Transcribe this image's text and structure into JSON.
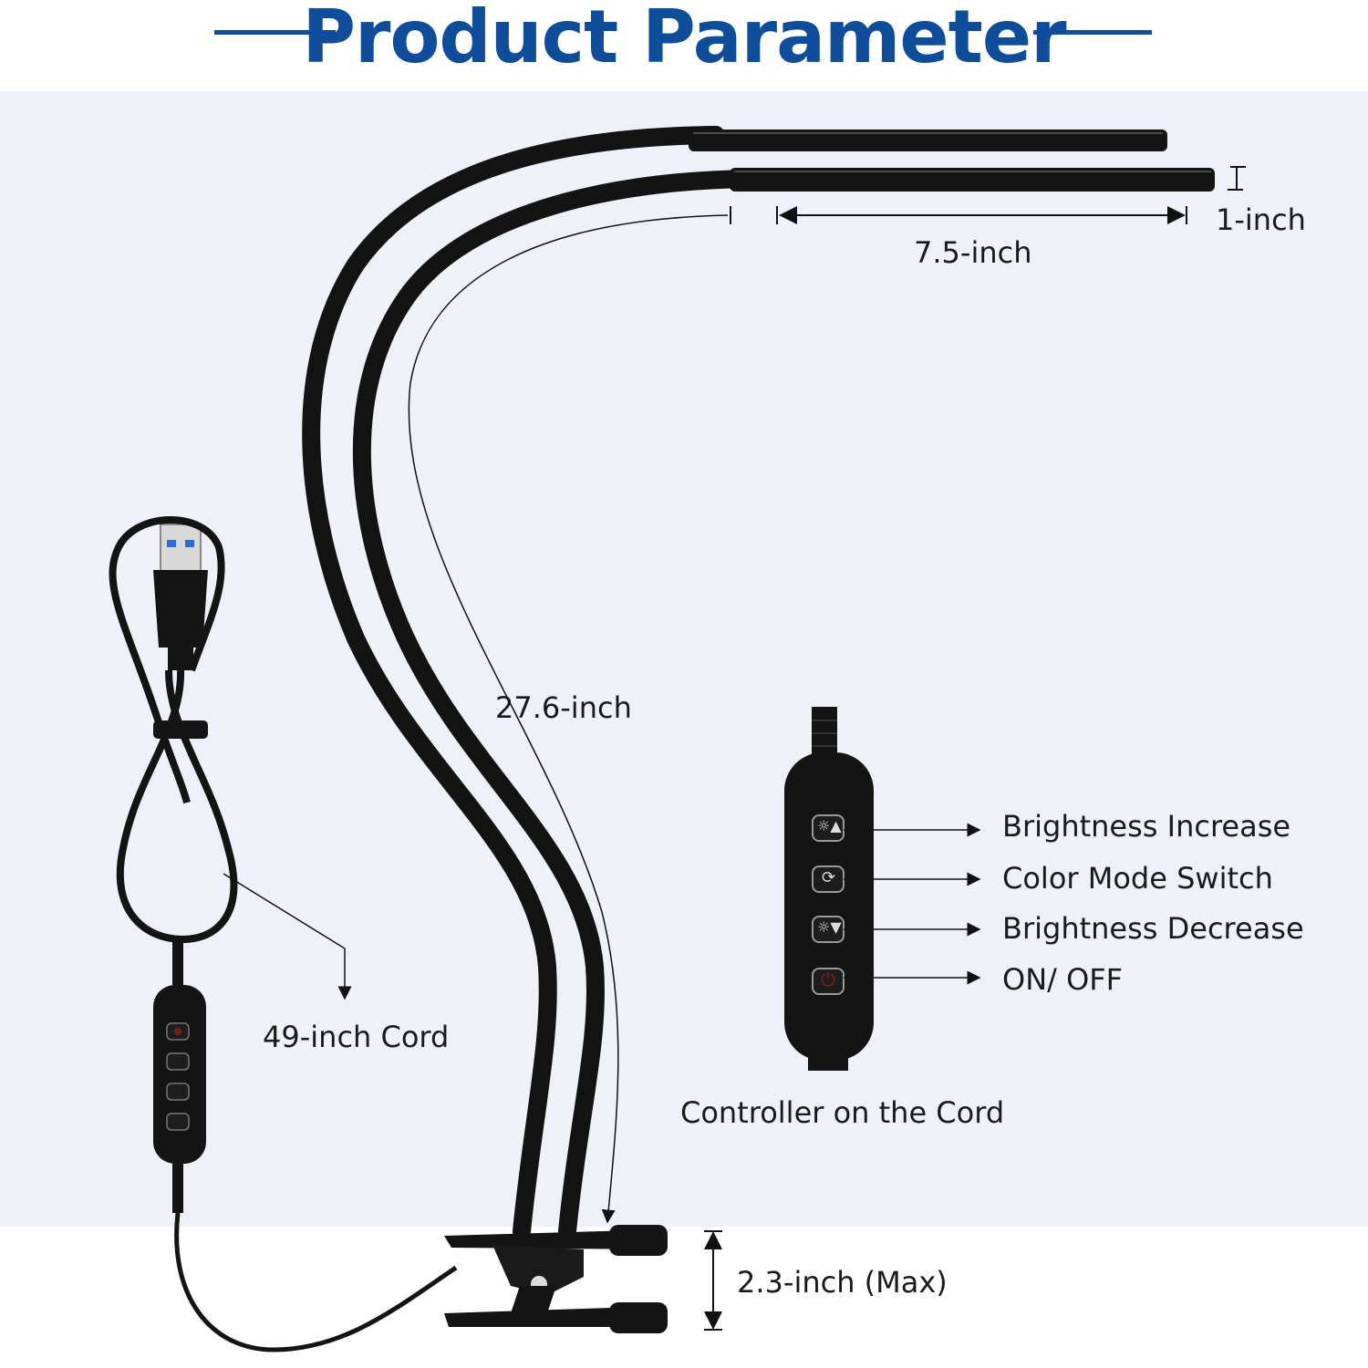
{
  "title": "Product Parameter",
  "dimensions": {
    "head_width": "1-inch",
    "head_length": "7.5-inch",
    "arm_length": "27.6-inch",
    "cord_length": "49-inch Cord",
    "clip_opening": "2.3-inch (Max)"
  },
  "controller": {
    "caption": "Controller on the Cord",
    "buttons": [
      {
        "label": "Brightness Increase",
        "icon": "brightness-up-icon"
      },
      {
        "label": "Color Mode Switch",
        "icon": "color-mode-icon"
      },
      {
        "label": "Brightness Decrease",
        "icon": "brightness-down-icon"
      },
      {
        "label": "ON/ OFF",
        "icon": "power-icon"
      }
    ]
  },
  "colors": {
    "title": "#0d4d9b",
    "panel_background": "#eef2f8",
    "device": "#151515"
  }
}
